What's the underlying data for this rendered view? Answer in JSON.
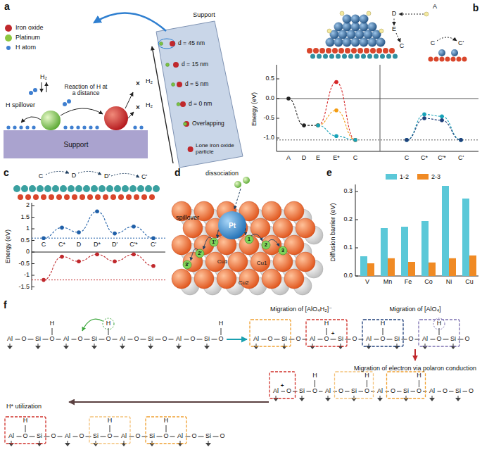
{
  "diagram": {
    "nodes": [
      {
        "text": [
          "Migration of [AlO₄H₂]⁻"
        ]
      },
      {
        "text": [
          "Migration of [AlO₄]"
        ]
      },
      {
        "text": [
          "Migration of electron via polaron conduction"
        ]
      },
      {
        "text": [
          "H* utilization"
        ]
      }
    ],
    "edges": [
      {
        "from": 1,
        "to": 2,
        "arrow": "to"
      },
      {
        "from": 2,
        "to": 3,
        "arrow": "to"
      }
    ],
    "labels": [
      "a",
      "Iron oxide",
      "Platinum",
      "H atom",
      "H₂",
      "H₂",
      "Reaction of H at a distance",
      "H spillover",
      "×",
      "H₂",
      "×",
      "Support",
      "Support",
      "d = 45 nm",
      "d = 15 nm",
      "d = 5 nm",
      "d = 0 nm",
      "Overlapping",
      "Lone iron oxide particle",
      "b",
      "A",
      "D",
      "E",
      "C",
      "C",
      "C'",
      "Energy (eV)",
      "0.5",
      "0.0",
      "-0.5",
      "-1.0",
      "A",
      "D",
      "E",
      "E*",
      "C",
      "C",
      "C*",
      "C'*",
      "C'",
      "c",
      "C",
      "D",
      "D'",
      "C'",
      "Energy (eV)",
      "2",
      "1.5",
      "1",
      "0.5",
      "0",
      "-0.5",
      "-1",
      "-1.5",
      "C",
      "C*",
      "D",
      "D*",
      "D'",
      "C'*",
      "C'",
      "d",
      "dissociation",
      "spillover",
      "Pt",
      "Cu1",
      "Cu1",
      "Cu2",
      "1",
      "2",
      "3",
      "1'",
      "2'",
      "3'",
      "e",
      "Diffusion barrier (eV)",
      "0.0",
      "0.1",
      "0.2",
      "0.3",
      "V",
      "Mn",
      "Fe",
      "Co",
      "Ni",
      "Cu",
      "f",
      "Al",
      "O",
      "Si",
      "O",
      "Al",
      "O",
      "Si",
      "O",
      "Al",
      "O",
      "Si",
      "O",
      "Al",
      "O",
      "Si",
      "O",
      "H",
      "H",
      "H",
      "Al",
      "O",
      "Si",
      "O",
      "Al",
      "O",
      "Si",
      "O",
      "Al",
      "O",
      "Si",
      "O",
      "Al",
      "O",
      "Si",
      "O",
      "H",
      "H",
      "H",
      "+",
      "Al",
      "O",
      "Si",
      "O",
      "Al",
      "O",
      "Si",
      "O",
      "Al",
      "O",
      "Si",
      "O",
      "Al",
      "O",
      "Si",
      "O",
      "H",
      "H",
      "H",
      "+",
      "Al",
      "O",
      "Si",
      "O",
      "Al",
      "O",
      "Si",
      "O",
      "Al",
      "O",
      "Si",
      "O",
      "Al",
      "O",
      "Si",
      "O",
      "H",
      "H",
      "H"
    ],
    "legend": [
      {
        "text": "1-2",
        "color": "#5bc8d8"
      },
      {
        "text": "2-3",
        "color": "#f08a24"
      }
    ]
  }
}
